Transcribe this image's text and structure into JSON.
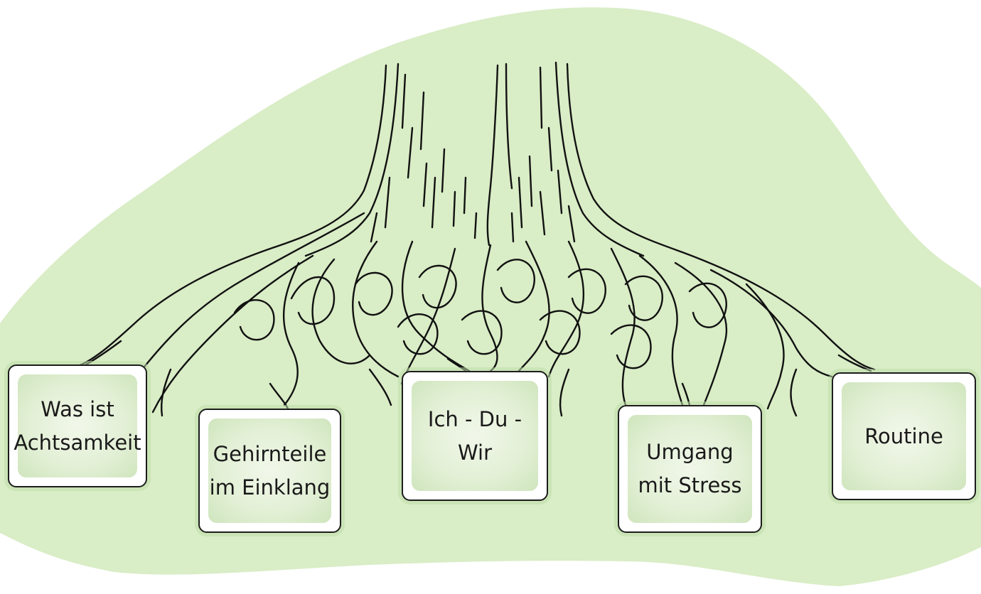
{
  "colors": {
    "background_blob": "#d9edc6",
    "line": "#111111",
    "card_border": "#1c1c1c",
    "card_inner": "#e3f0d6"
  },
  "illustration": "tree-roots",
  "cards": [
    {
      "label": "Was ist\nAchtsamkeit"
    },
    {
      "label": "Gehirnteile\nim Einklang"
    },
    {
      "label": "Ich - Du -\nWir"
    },
    {
      "label": "Umgang\nmit Stress"
    },
    {
      "label": "Routine"
    }
  ]
}
